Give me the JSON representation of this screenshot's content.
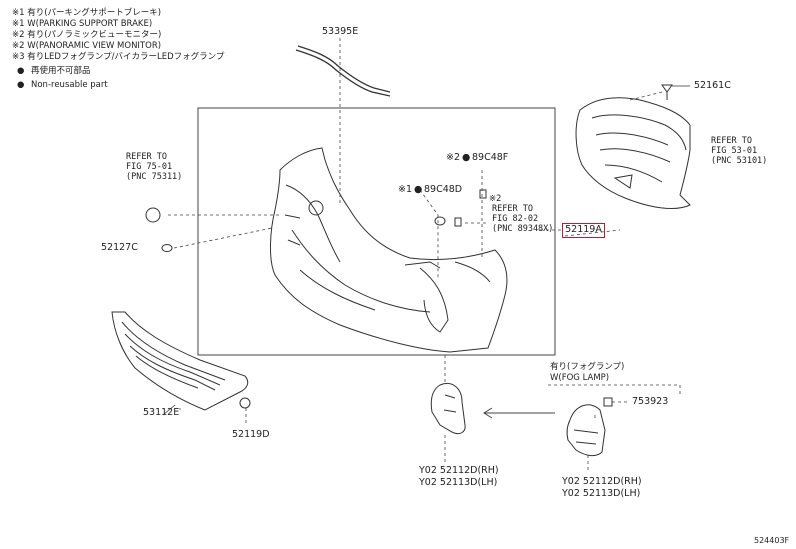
{
  "notes": [
    "※1 有り(パーキングサポートブレーキ)",
    "※1 W(PARKING SUPPORT BRAKE)",
    "※2 有り(パノラミックビューモニター)",
    "※2 W(PANORAMIC VIEW MONITOR)",
    "※3 有りLEDフォグランプ/バイカラーLEDフォグランプ"
  ],
  "legend": [
    {
      "symbol": "●",
      "text": "再使用不可部品"
    },
    {
      "symbol": "●",
      "text": "Non-reusable part"
    }
  ],
  "parts": {
    "p53395E": "53395E",
    "p52161C": "52161C",
    "p89C48F": "89C48F",
    "p89C48F_mark": "※2",
    "p89C48D": "89C48D",
    "p89C48D_mark": "※1",
    "p52127C": "52127C",
    "p52119A": "52119A",
    "p53112E": "53112E",
    "p52119D": "52119D",
    "p753923": "753923",
    "rh_left": "Y02 52112D(RH)",
    "lh_left": "Y02 52113D(LH)",
    "rh_right": "Y02 52112D(RH)",
    "lh_right": "Y02 52113D(LH)"
  },
  "refs": {
    "left": [
      "REFER TO",
      "FIG 75-01",
      "(PNC 75311)"
    ],
    "right": [
      "REFER TO",
      "FIG 53-01",
      "(PNC 53101)"
    ],
    "center_mark": "※2",
    "center": [
      "REFER TO",
      "FIG 82-02",
      "(PNC 89348X)"
    ]
  },
  "fog": {
    "line1": "有り(フォグランプ)",
    "line2": "W(FOG LAMP)"
  },
  "diagram_id": "524403F"
}
